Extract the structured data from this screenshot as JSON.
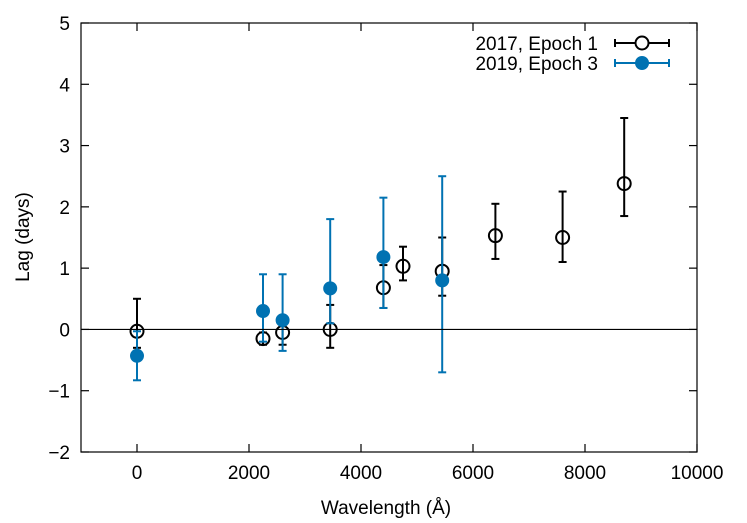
{
  "chart_data": {
    "type": "scatter",
    "title": "",
    "xlabel": "Wavelength (Å)",
    "ylabel": "Lag (days)",
    "xlim": [
      -1000,
      10000
    ],
    "ylim": [
      -2,
      5
    ],
    "x_ticks": [
      0,
      2000,
      4000,
      6000,
      8000,
      10000
    ],
    "y_ticks": [
      -2,
      -1,
      0,
      1,
      2,
      3,
      4,
      5
    ],
    "x_tick_labels": [
      "0",
      "2000",
      "4000",
      "6000",
      "8000",
      "10000"
    ],
    "y_tick_labels": [
      "−2",
      "−1",
      "0",
      "1",
      "2",
      "3",
      "4",
      "5"
    ],
    "zero_line": true,
    "grid": false,
    "legend_position": "top-right",
    "series": [
      {
        "name": "2017, Epoch 1",
        "marker": "open-circle",
        "color": "#000000",
        "points": [
          {
            "x": 0,
            "y": -0.03,
            "lo": -0.3,
            "hi": 0.5
          },
          {
            "x": 2250,
            "y": -0.15,
            "lo": -0.25,
            "hi": -0.05
          },
          {
            "x": 2600,
            "y": -0.05,
            "lo": -0.25,
            "hi": 0.15
          },
          {
            "x": 3450,
            "y": 0.0,
            "lo": -0.3,
            "hi": 0.4
          },
          {
            "x": 4400,
            "y": 0.68,
            "lo": 0.35,
            "hi": 1.05
          },
          {
            "x": 4750,
            "y": 1.03,
            "lo": 0.8,
            "hi": 1.35
          },
          {
            "x": 5450,
            "y": 0.95,
            "lo": 0.55,
            "hi": 1.5
          },
          {
            "x": 6400,
            "y": 1.53,
            "lo": 1.15,
            "hi": 2.05
          },
          {
            "x": 7600,
            "y": 1.5,
            "lo": 1.1,
            "hi": 2.25
          },
          {
            "x": 8700,
            "y": 2.38,
            "lo": 1.85,
            "hi": 3.45
          }
        ]
      },
      {
        "name": "2019, Epoch 3",
        "marker": "filled-circle",
        "color": "#0072b2",
        "points": [
          {
            "x": 0,
            "y": -0.43,
            "lo": -0.83,
            "hi": -0.03
          },
          {
            "x": 2250,
            "y": 0.3,
            "lo": -0.2,
            "hi": 0.9
          },
          {
            "x": 2600,
            "y": 0.15,
            "lo": -0.35,
            "hi": 0.9
          },
          {
            "x": 3450,
            "y": 0.67,
            "lo": 0.1,
            "hi": 1.8
          },
          {
            "x": 4400,
            "y": 1.18,
            "lo": 0.35,
            "hi": 2.15
          },
          {
            "x": 5450,
            "y": 0.8,
            "lo": -0.7,
            "hi": 2.5
          }
        ]
      }
    ]
  }
}
